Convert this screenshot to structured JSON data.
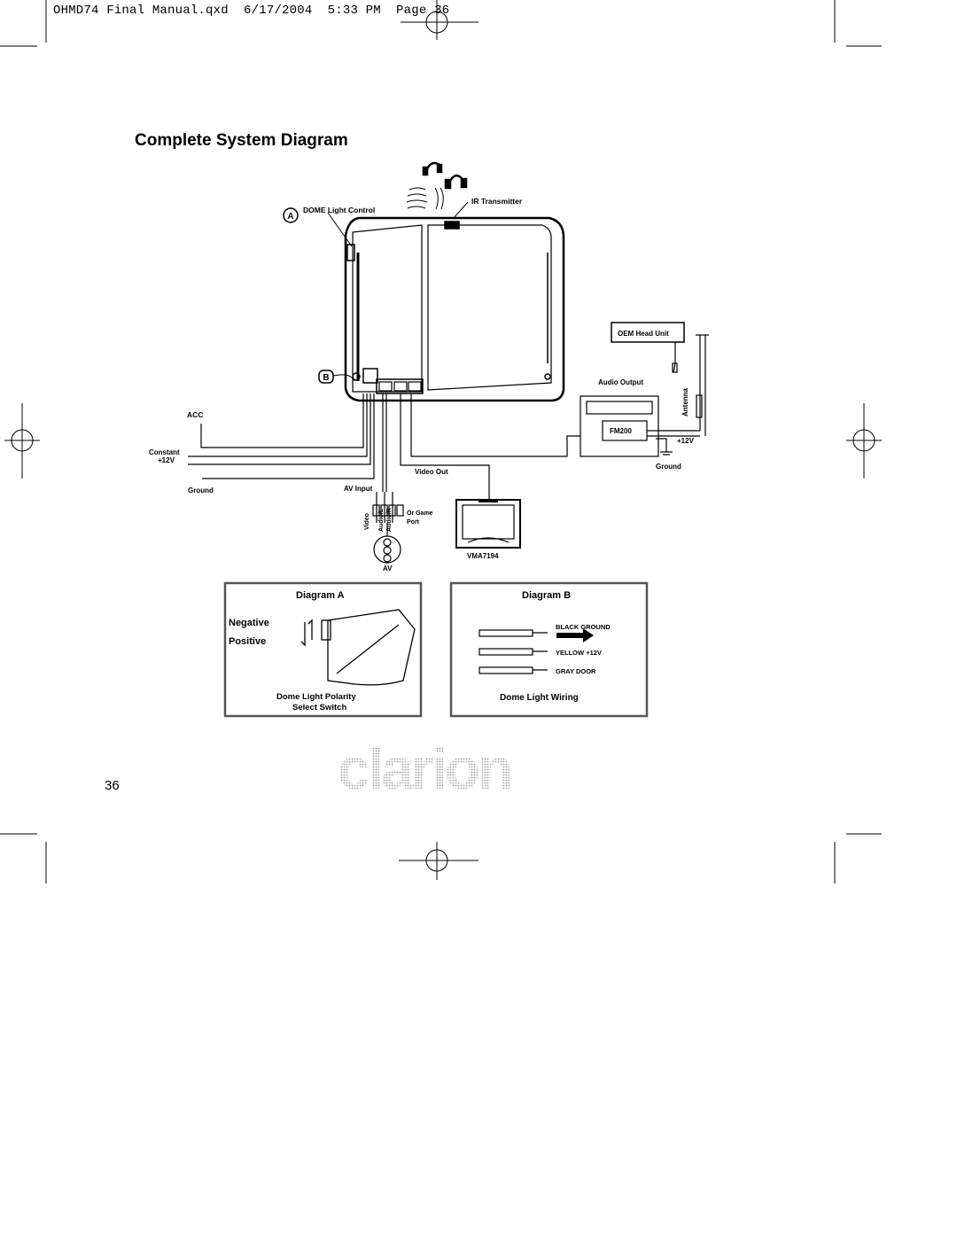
{
  "header": {
    "slug": "OHMD74 Final Manual.qxd  6/17/2004  5:33 PM  Page 36"
  },
  "page": {
    "title": "Complete System Diagram",
    "number": "36"
  },
  "diagram": {
    "labels": {
      "marker_a": "A",
      "marker_b": "B",
      "dome_light_control": "DOME  Light Control",
      "ir_transmitter": "IR Transmitter",
      "oem_head_unit": "OEM Head Unit",
      "audio_output": "Audio Output",
      "antenna": "Antenna",
      "fm200": "FM200",
      "plus12v_right": "+12V",
      "ground_right": "Ground",
      "acc": "ACC",
      "constant": "Constant",
      "constant_12v": "+12V",
      "ground_left": "Ground",
      "video_out": "Video Out",
      "av_input": "AV Input",
      "video": "Video",
      "audio_l": "Audio/L",
      "audio_r": "Audio/R",
      "or_game_port_1": "Or Game",
      "or_game_port_2": "Port",
      "av": "AV",
      "vma": "VMA7194"
    }
  },
  "diagram_a": {
    "title": "Diagram A",
    "negative": "Negative",
    "positive": "Positive",
    "caption_1": "Dome Light Polarity",
    "caption_2": "Select Switch"
  },
  "diagram_b": {
    "title": "Diagram B",
    "wires": [
      {
        "color": "BLACK",
        "function": "GROUND"
      },
      {
        "color": "YELLOW",
        "function": "+12V"
      },
      {
        "color": "GRAY",
        "function": "DOOR"
      }
    ],
    "caption": "Dome Light Wiring"
  },
  "brand": {
    "logo_text": "clarion"
  }
}
